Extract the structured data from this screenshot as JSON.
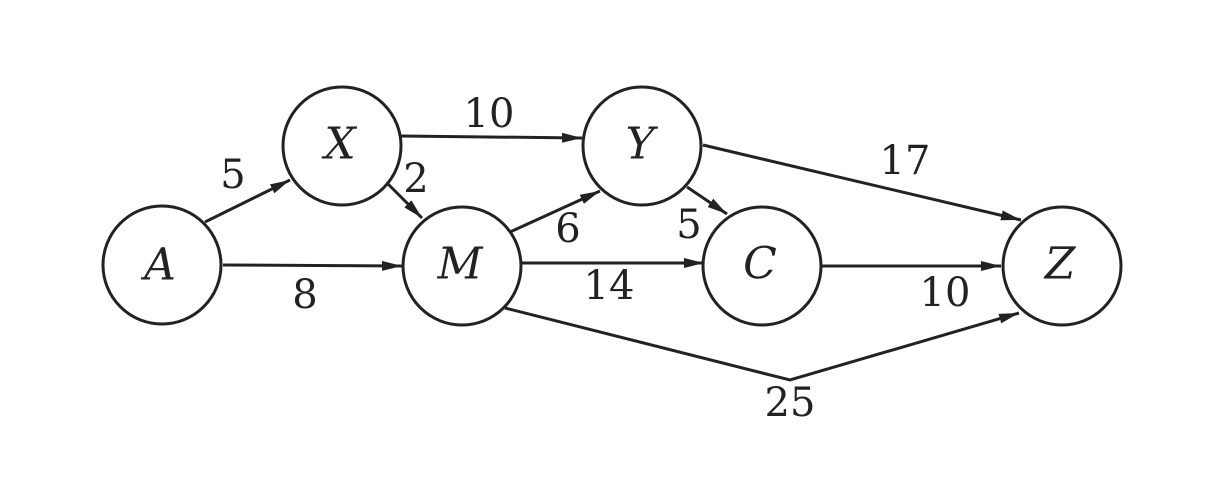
{
  "nodes": [
    {
      "id": "A",
      "label": "A"
    },
    {
      "id": "X",
      "label": "X"
    },
    {
      "id": "M",
      "label": "M"
    },
    {
      "id": "Y",
      "label": "Y"
    },
    {
      "id": "C",
      "label": "C"
    },
    {
      "id": "Z",
      "label": "Z"
    }
  ],
  "edges": [
    {
      "from": "A",
      "to": "X",
      "weight": "5"
    },
    {
      "from": "A",
      "to": "M",
      "weight": "8"
    },
    {
      "from": "X",
      "to": "Y",
      "weight": "10"
    },
    {
      "from": "X",
      "to": "M",
      "weight": "2"
    },
    {
      "from": "M",
      "to": "Y",
      "weight": "6"
    },
    {
      "from": "M",
      "to": "C",
      "weight": "14"
    },
    {
      "from": "Y",
      "to": "C",
      "weight": "5"
    },
    {
      "from": "Y",
      "to": "Z",
      "weight": "17"
    },
    {
      "from": "C",
      "to": "Z",
      "weight": "10"
    },
    {
      "from": "M",
      "to": "Z",
      "weight": "25"
    }
  ],
  "colors": {
    "stroke": "#222222",
    "fill": "#ffffff"
  }
}
